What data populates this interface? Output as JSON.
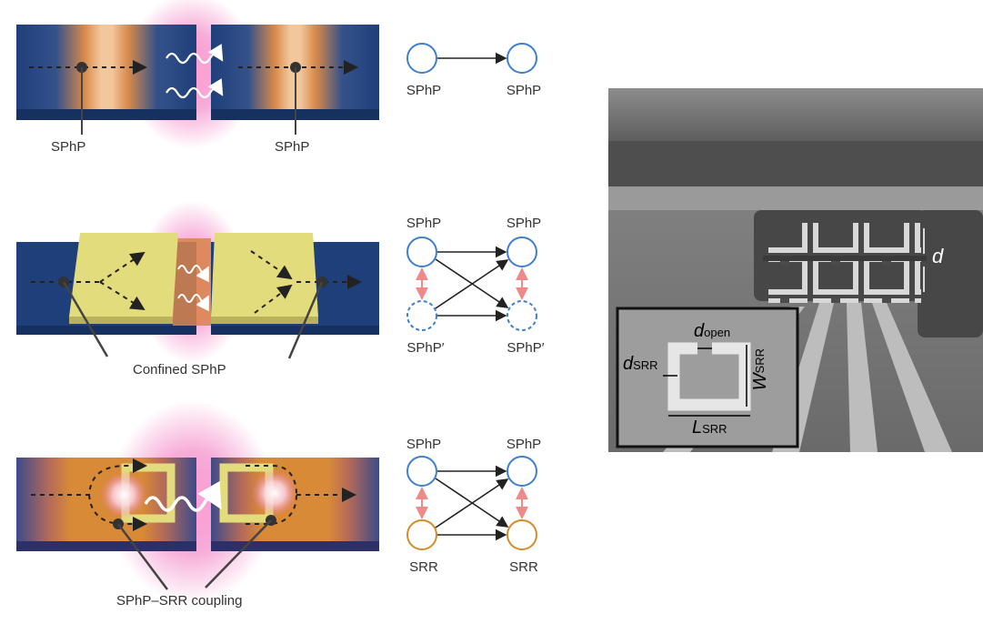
{
  "panels": [
    {
      "device_labels": [
        "SPhP",
        "SPhP"
      ],
      "graph": {
        "top": [
          "SPhP",
          "SPhP"
        ]
      }
    },
    {
      "device_labels": [
        "Confined SPhP"
      ],
      "graph": {
        "top": [
          "SPhP",
          "SPhP"
        ],
        "bottom": [
          "SPhP′",
          "SPhP′"
        ]
      }
    },
    {
      "device_labels": [
        "SPhP–SRR coupling"
      ],
      "graph": {
        "top": [
          "SPhP",
          "SPhP"
        ],
        "bottom": [
          "SRR",
          "SRR"
        ]
      }
    }
  ],
  "sem": {
    "d": "d",
    "d_open": "d",
    "d_open_sub": "open",
    "d_srr": "d",
    "d_srr_sub": "SRR",
    "w_srr": "W",
    "w_srr_sub": "SRR",
    "l_srr": "L",
    "l_srr_sub": "SRR"
  },
  "colors": {
    "slab": "#1f3f7a",
    "glow": "#f06ab8",
    "pad": "#e2dc7c",
    "node_sphp": "#3f7fd0",
    "node_srr": "#d88a2a",
    "coupling_arrow": "#ee8a8a"
  }
}
